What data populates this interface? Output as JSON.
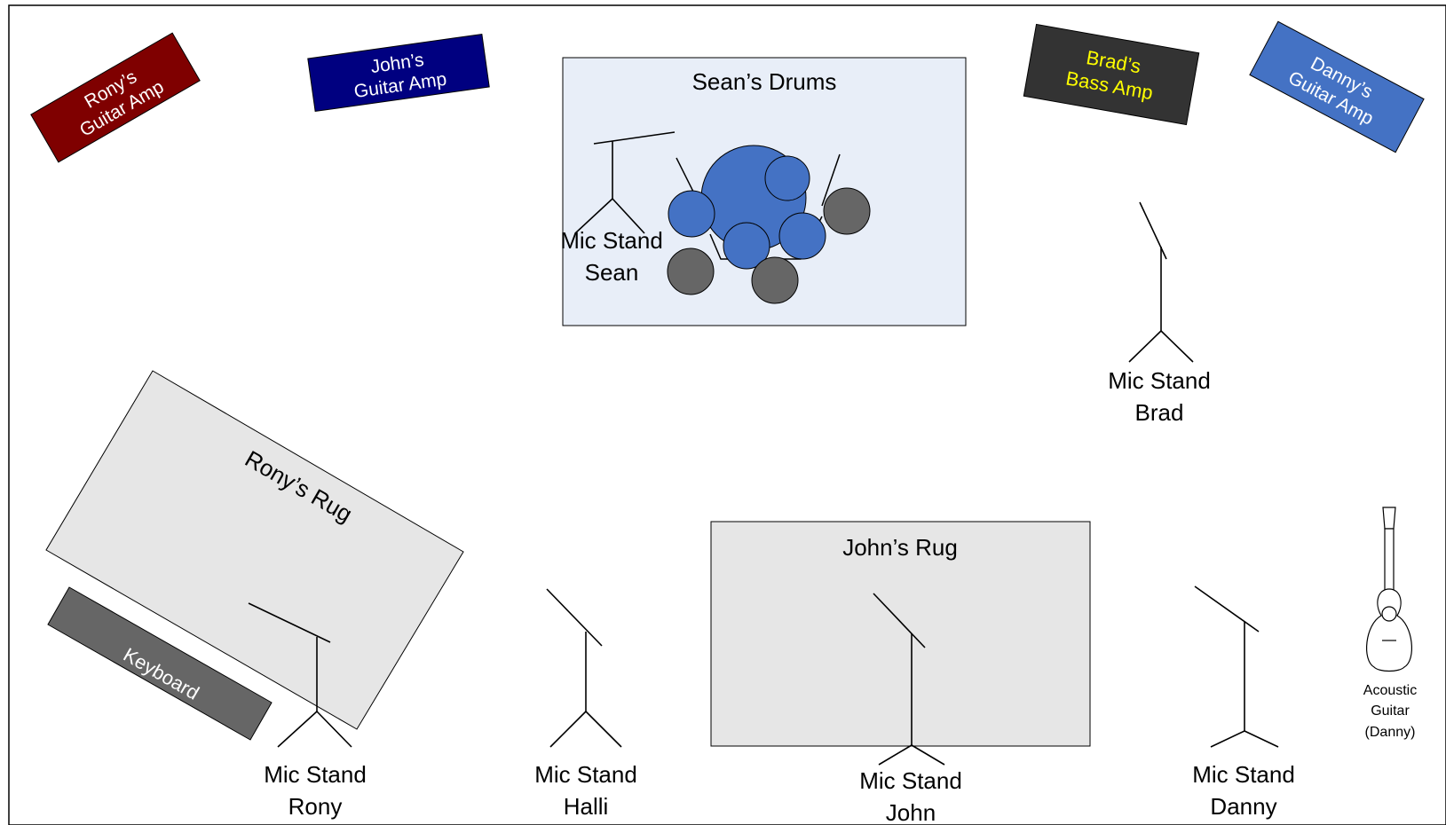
{
  "colors": {
    "rony_amp": "#7f0000",
    "john_amp": "#000080",
    "brad_amp": "#333333",
    "brad_amp_text": "#ffff00",
    "danny_amp": "#4472c4",
    "drums_area": "#e8eef8",
    "rug": "#e6e6e6",
    "keyboard": "#666666",
    "drum_blue": "#4472c4",
    "cymbal_gray": "#666666"
  },
  "amps": {
    "rony": {
      "line1": "Rony’s",
      "line2": "Guitar Amp"
    },
    "john": {
      "line1": "John’s",
      "line2": "Guitar Amp"
    },
    "brad": {
      "line1": "Brad’s",
      "line2": "Bass Amp"
    },
    "danny": {
      "line1": "Danny’s",
      "line2": "Guitar Amp"
    }
  },
  "areas": {
    "drums": "Sean’s Drums",
    "rony_rug": "Rony’s Rug",
    "john_rug": "John’s Rug",
    "keyboard": "Keyboard"
  },
  "mic_stands": {
    "sean": {
      "line1": "Mic Stand",
      "line2": "Sean"
    },
    "brad": {
      "line1": "Mic Stand",
      "line2": "Brad"
    },
    "rony": {
      "line1": "Mic Stand",
      "line2": "Rony"
    },
    "halli": {
      "line1": "Mic Stand",
      "line2": "Halli"
    },
    "john": {
      "line1": "Mic Stand",
      "line2": "John"
    },
    "danny": {
      "line1": "Mic Stand",
      "line2": "Danny"
    }
  },
  "acoustic_guitar": {
    "line1": "Acoustic",
    "line2": "Guitar",
    "line3": "(Danny)"
  }
}
